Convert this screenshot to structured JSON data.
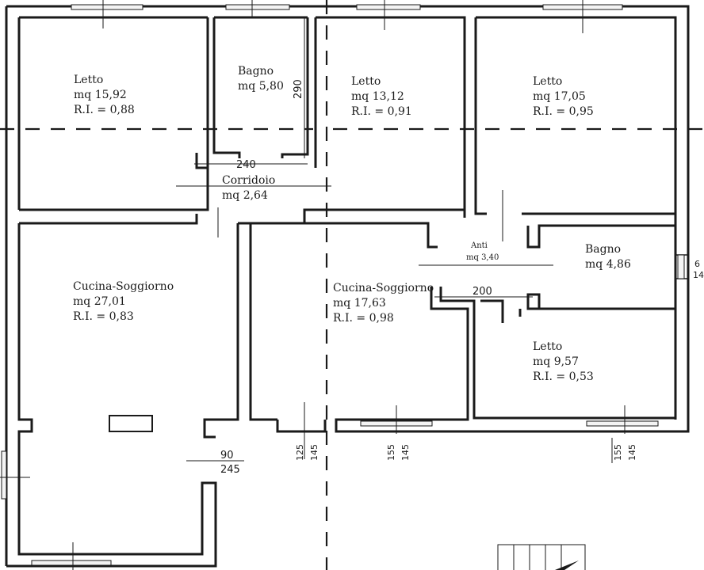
{
  "rooms": {
    "letto1": {
      "name": "Letto",
      "area": "mq 15,92",
      "ri": "R.I. = 0,88"
    },
    "bagno1": {
      "name": "Bagno",
      "area": "mq 5,80"
    },
    "letto2": {
      "name": "Letto",
      "area": "mq 13,12",
      "ri": "R.I. = 0,91"
    },
    "letto3": {
      "name": "Letto",
      "area": "mq 17,05",
      "ri": "R.I. = 0,95"
    },
    "corridoio": {
      "name": "Corridoio",
      "area": "mq 2,64"
    },
    "cucina1": {
      "name": "Cucina-Soggiorno",
      "area": "mq 27,01",
      "ri": "R.I. = 0,83"
    },
    "cucina2": {
      "name": "Cucina-Soggiorno",
      "area": "mq 17,63",
      "ri": "R.I. = 0,98"
    },
    "anti": {
      "name": "Anti",
      "area": "mq 3,40"
    },
    "bagno2": {
      "name": "Bagno",
      "area": "mq 4,86"
    },
    "letto4": {
      "name": "Letto",
      "area": "mq 9,57",
      "ri": "R.I. = 0,53"
    }
  },
  "dimensions": {
    "d290": "290",
    "d240": "240",
    "d200": "200",
    "d90": "90",
    "d245": "245",
    "d125": "125",
    "d145a": "145",
    "d155a": "155",
    "d145b": "145",
    "d155b": "155",
    "d145c": "145",
    "edge_top": "6",
    "edge_bottom": "14"
  }
}
